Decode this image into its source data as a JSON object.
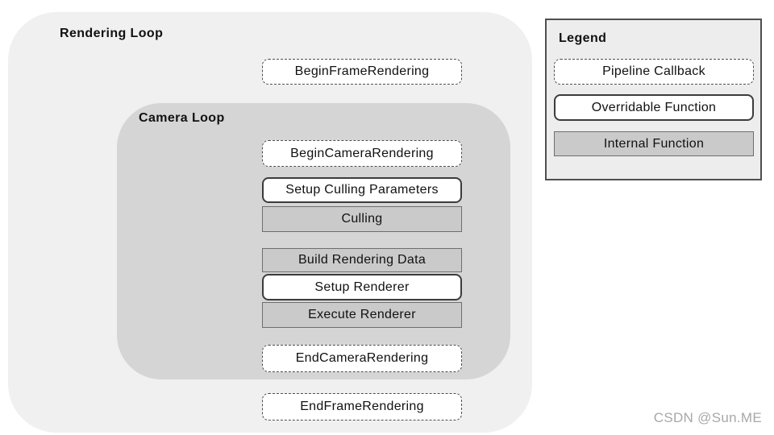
{
  "colors": {
    "page_background": "#ffffff",
    "rendering_loop_background": "#f0f0f0",
    "camera_loop_background": "#d5d5d5",
    "callback_box_background": "#ffffff",
    "internal_box_background": "#cacaca",
    "legend_background": "#ededed",
    "text": "#111111",
    "watermark": "#a8a8a8"
  },
  "rendering_loop": {
    "title": "Rendering Loop",
    "begin_frame": "BeginFrameRendering",
    "end_frame": "EndFrameRendering",
    "camera_loop": {
      "title": "Camera Loop",
      "begin_camera": "BeginCameraRendering",
      "setup_culling": "Setup Culling Parameters",
      "culling": "Culling",
      "build_rendering_data": "Build Rendering Data",
      "setup_renderer": "Setup Renderer",
      "execute_renderer": "Execute Renderer",
      "end_camera": "EndCameraRendering"
    }
  },
  "legend": {
    "title": "Legend",
    "items": [
      {
        "label": "Pipeline Callback",
        "style": "callback"
      },
      {
        "label": "Overridable Function",
        "style": "overridable"
      },
      {
        "label": "Internal Function",
        "style": "internal"
      }
    ]
  },
  "watermark": "CSDN @Sun.ME"
}
